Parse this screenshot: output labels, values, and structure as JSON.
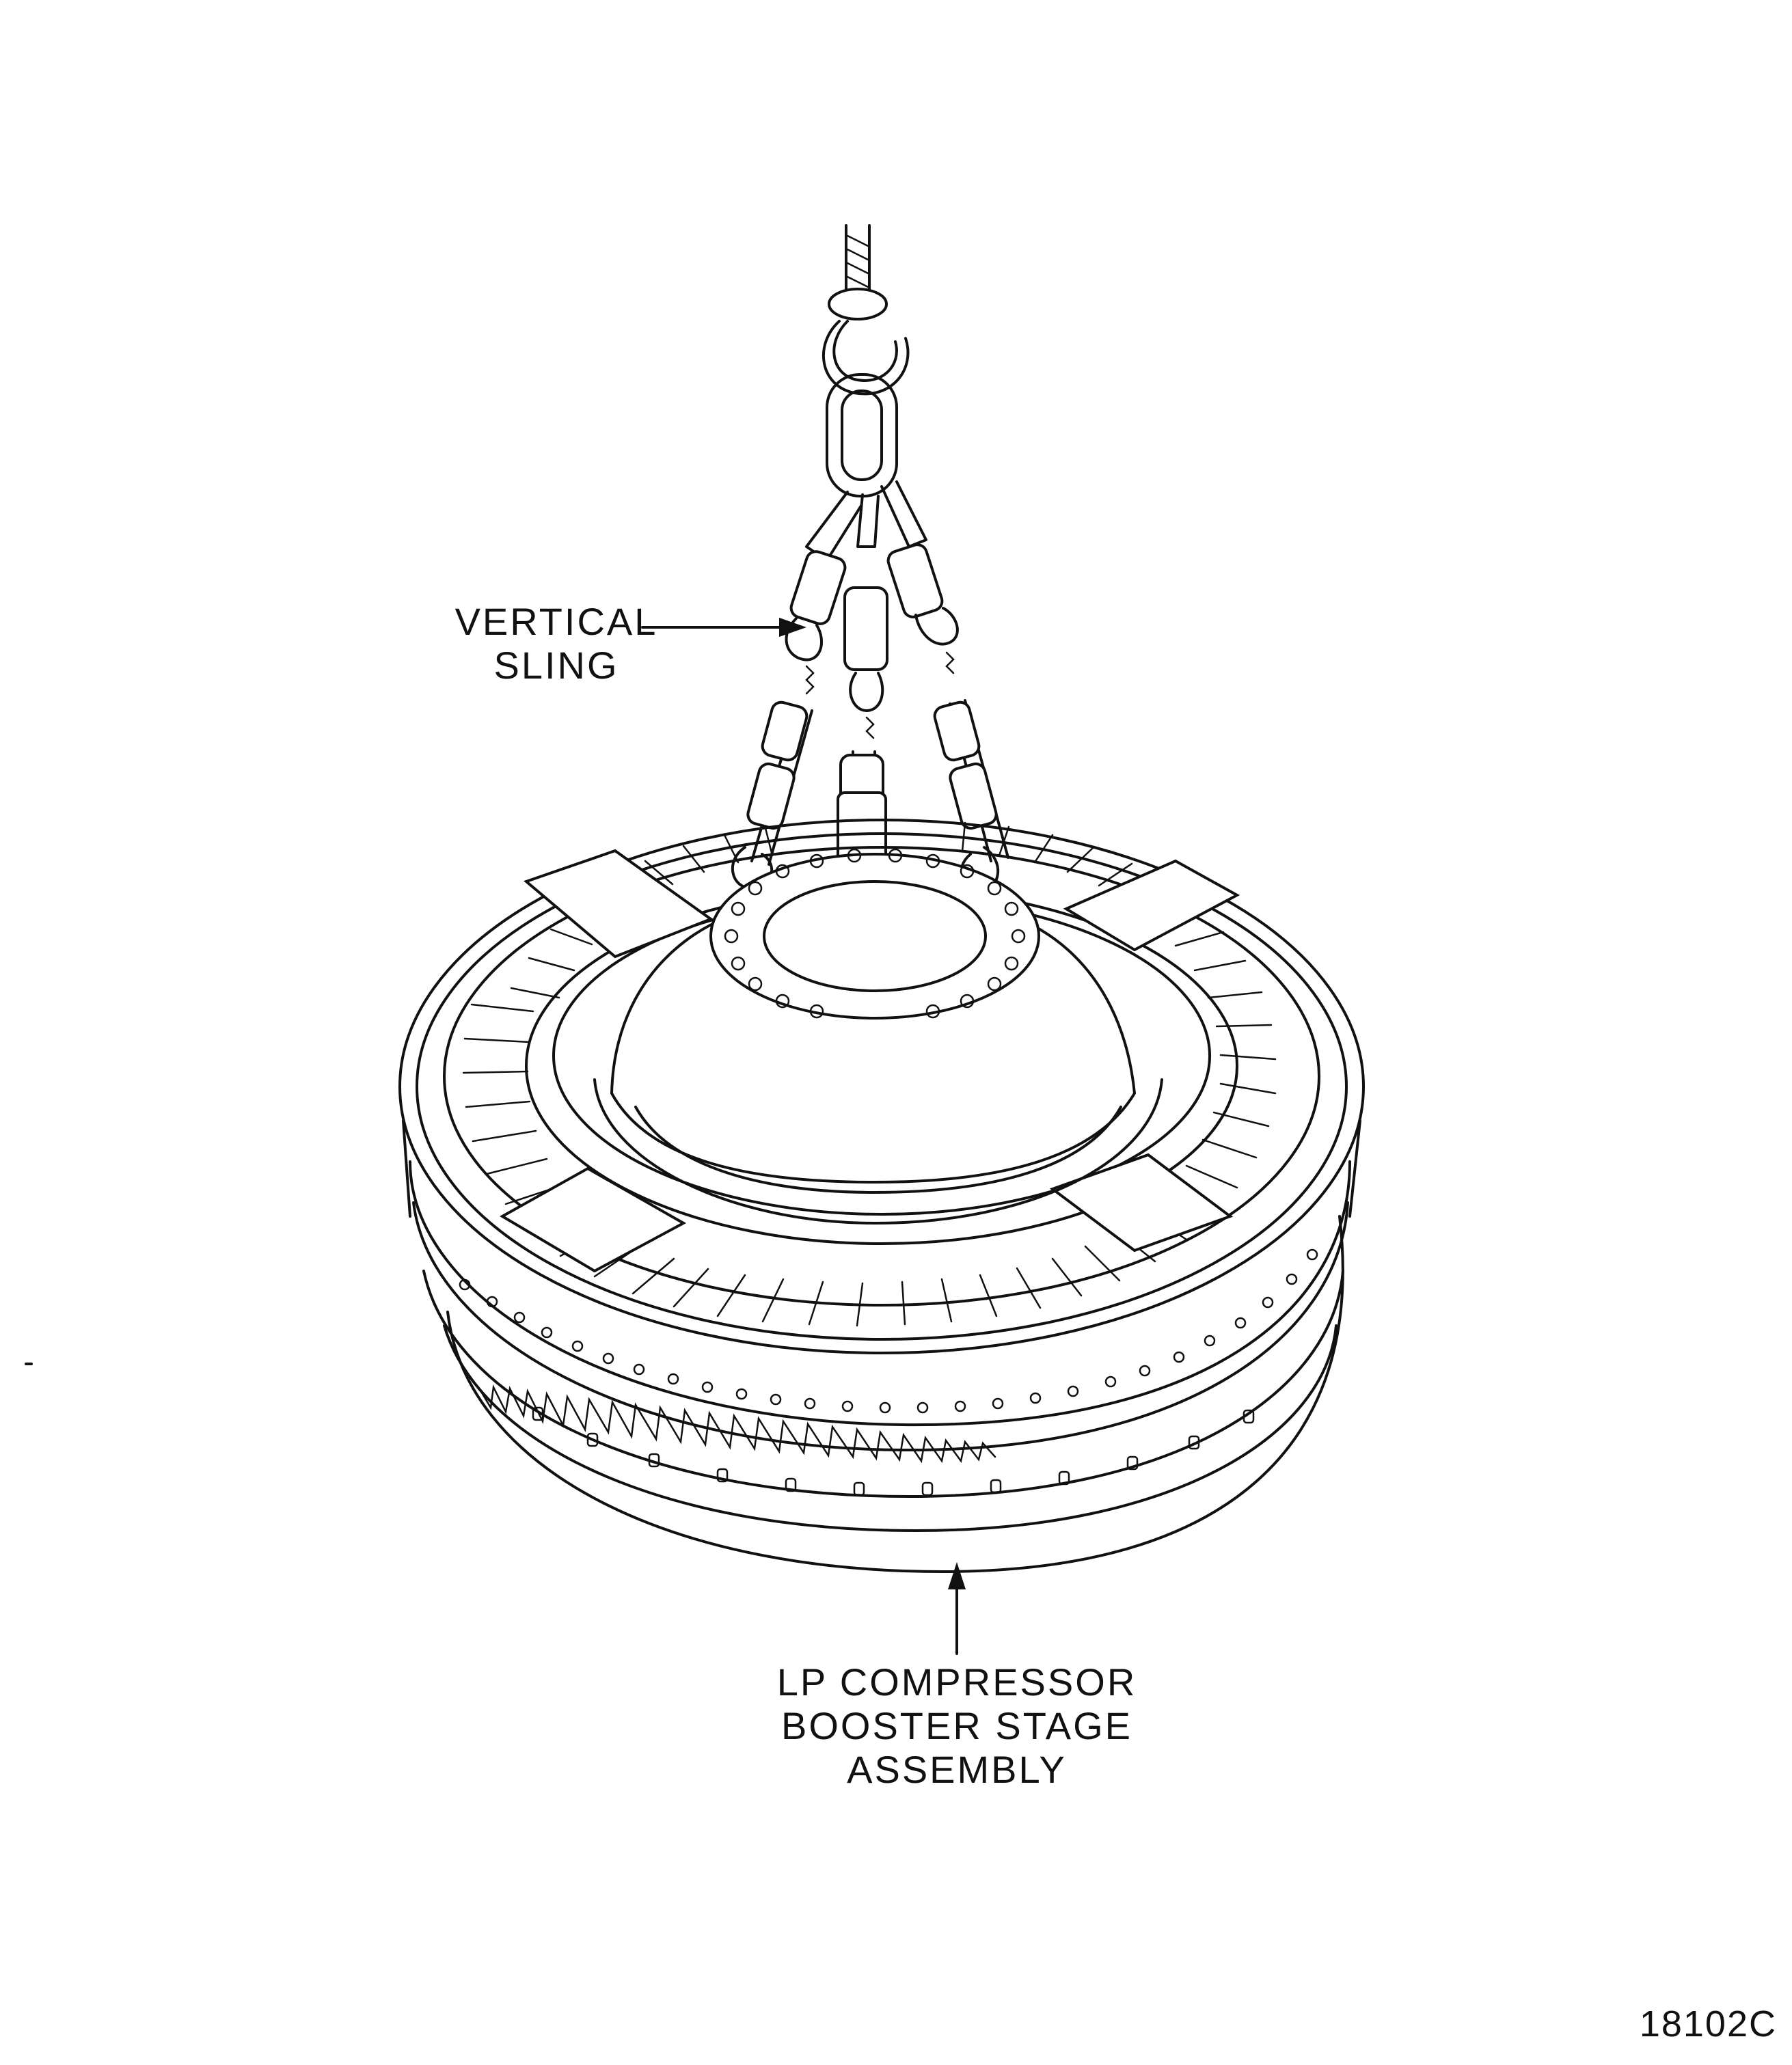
{
  "labels": {
    "vertical_sling": [
      "VERTICAL",
      "SLING"
    ],
    "assembly": [
      "LP COMPRESSOR",
      "BOOSTER STAGE",
      "ASSEMBLY"
    ]
  },
  "figure_number": "18102C",
  "colors": {
    "ink": "#111111",
    "paper": "#ffffff"
  }
}
